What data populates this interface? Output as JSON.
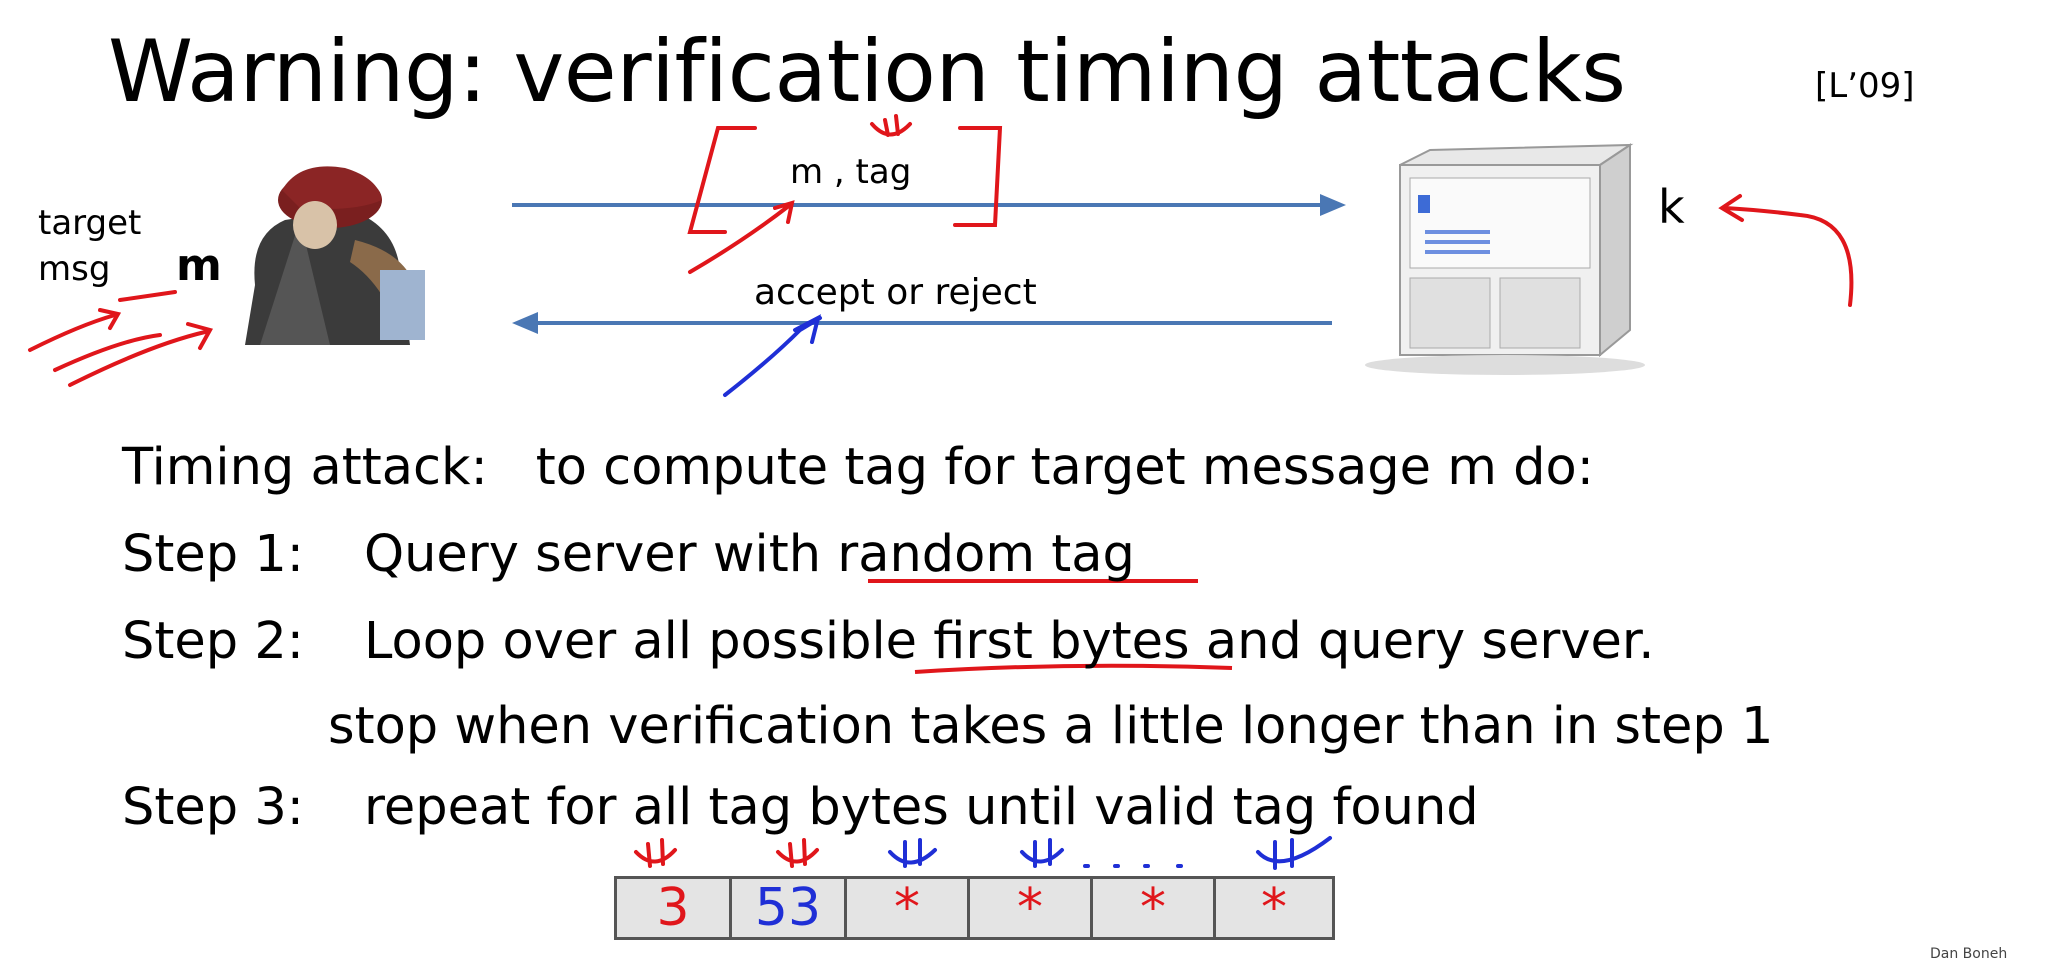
{
  "slide": {
    "title": "Warning:  verification timing attacks",
    "citation": "[L’09]",
    "diagram": {
      "target_label": "target msg",
      "target_var": "m",
      "message": "m ,  tag",
      "response": "accept or reject",
      "key": "k"
    },
    "lines": {
      "intro_a": "Timing attack:",
      "intro_b": "to compute tag for target message m do:",
      "step1_label": "Step 1:",
      "step1_a": "Query server with ",
      "step1_b": "random tag",
      "step2_label": "Step 2:",
      "step2_a": "Loop over all possible ",
      "step2_b": "first bytes",
      "step2_c": " and query server.",
      "step2_cont": "stop when verification takes a little longer than in step 1",
      "step3_label": "Step 3:",
      "step3_a": "repeat for all tag bytes until valid tag found"
    },
    "tag_bytes": [
      "3",
      "53",
      "*",
      "*",
      "*",
      "*"
    ],
    "author": "Dan Boneh",
    "colors": {
      "annotation_red": "#e0161b",
      "annotation_blue": "#1f2fd6",
      "arrow_blue": "#4a77b4"
    }
  }
}
